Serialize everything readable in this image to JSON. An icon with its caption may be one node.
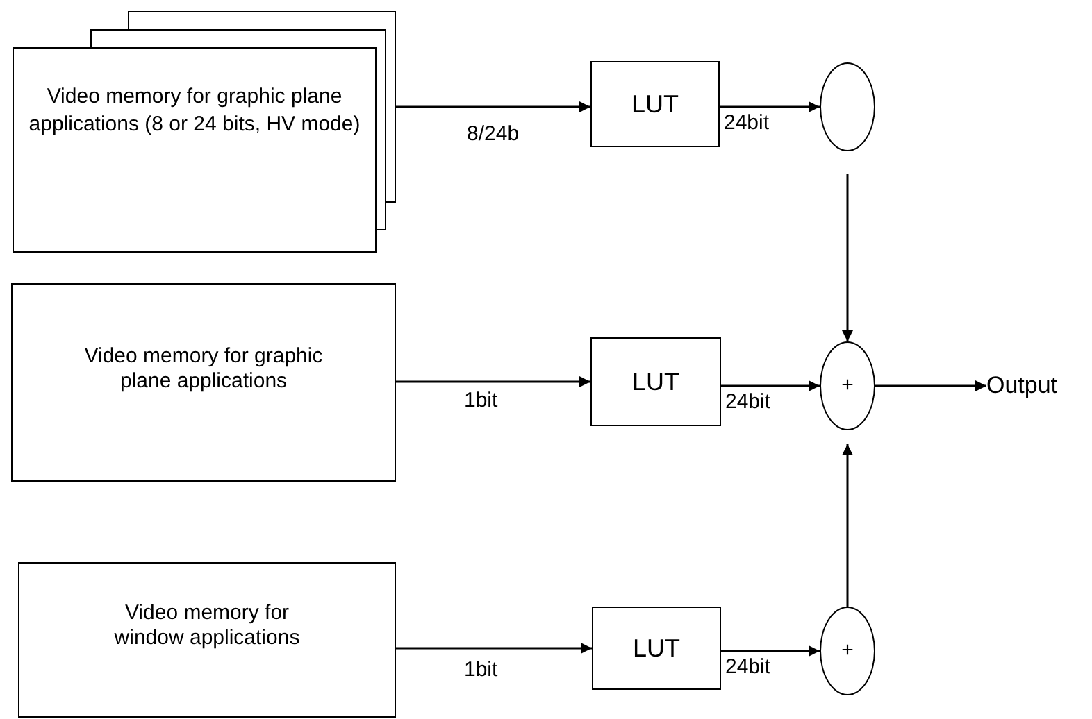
{
  "diagram": {
    "nodes": [
      {
        "text": [
          "Video memory for graphic plane applications (8 or 24 bits, HV mode)"
        ]
      },
      {
        "text": [
          "LUT"
        ]
      },
      {
        "text": [],
        "shape": "circle"
      },
      {
        "text": [
          "Video memory for graphic plane applications"
        ]
      },
      {
        "text": [
          "LUT"
        ]
      },
      {
        "text": [
          "+"
        ]
      },
      {
        "text": [
          "Output"
        ]
      },
      {
        "text": [
          "Video memory for window applications"
        ]
      },
      {
        "text": [
          "LUT"
        ]
      },
      {
        "text": [
          "+"
        ]
      }
    ],
    "edges": [
      {
        "from": 0,
        "to": 1,
        "arrow": "to",
        "label": "8/24b"
      },
      {
        "from": 1,
        "to": 2,
        "arrow": "to",
        "label": "24bit"
      },
      {
        "from": 2,
        "to": 5,
        "arrow": "to"
      },
      {
        "from": 3,
        "to": 4,
        "arrow": "to",
        "label": "1bit"
      },
      {
        "from": 4,
        "to": 5,
        "arrow": "to",
        "label": "24bit"
      },
      {
        "from": 5,
        "to": 6,
        "arrow": "to"
      },
      {
        "from": 7,
        "to": 8,
        "arrow": "to",
        "label": "1bit"
      },
      {
        "from": 8,
        "to": 9,
        "arrow": "to",
        "label": "24bit"
      },
      {
        "from": 9,
        "to": 5,
        "arrow": "to"
      }
    ]
  }
}
